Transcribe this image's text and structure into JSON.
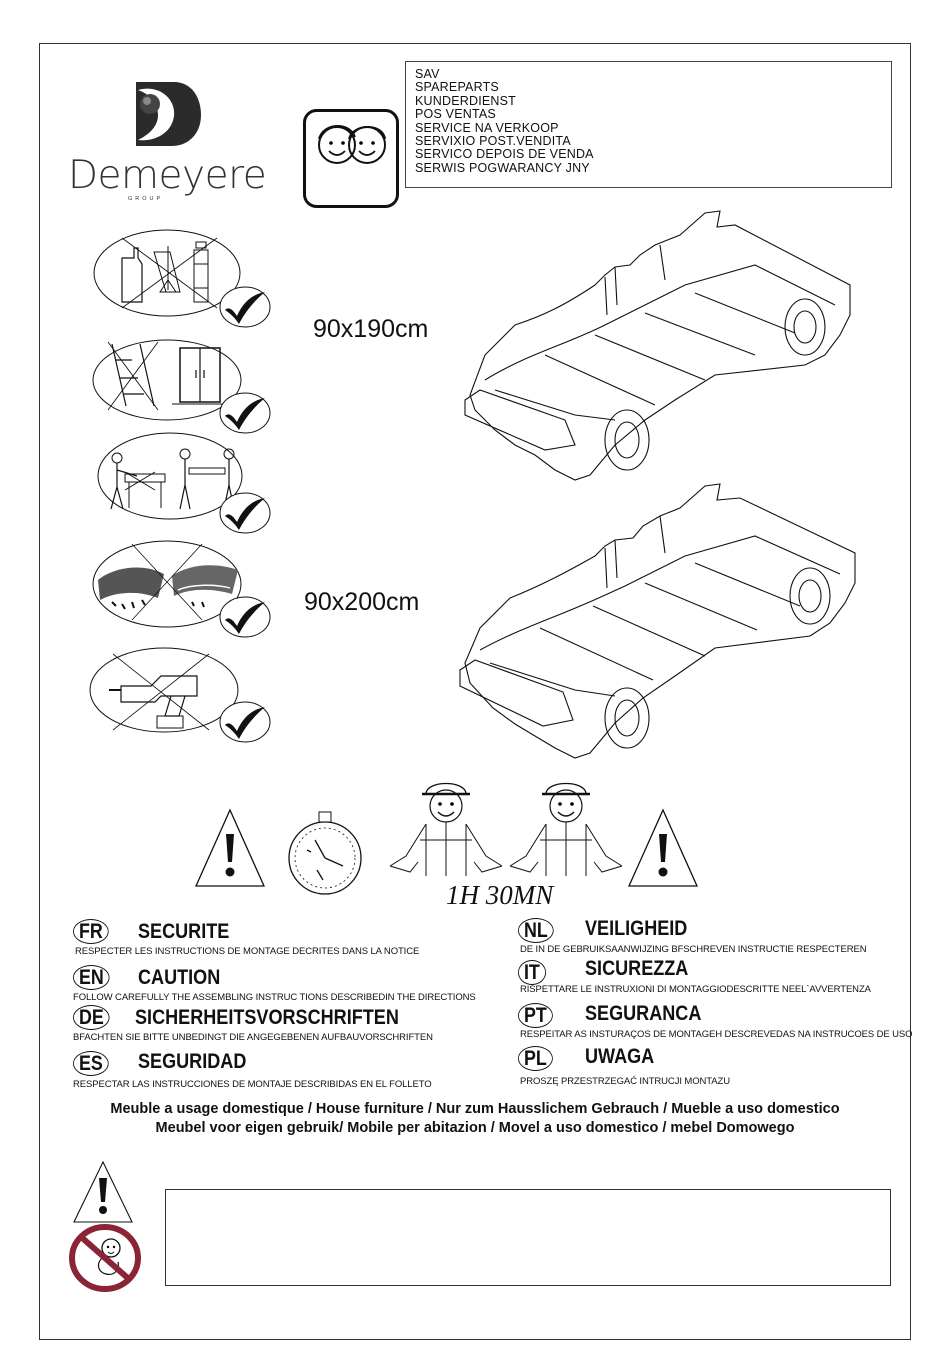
{
  "brand": {
    "name": "Demeyere",
    "sub": "GROUP"
  },
  "service": {
    "lines": [
      "SAV",
      "SPAREPARTS",
      "KUNDERDIENST",
      "POS VENTAS",
      "SERVICE NA VERKOOP",
      "SERVIXIO POST.VENDITA",
      "SERVICO DEPOIS DE VENDA",
      "SERWIS POGWARANCY JNY"
    ]
  },
  "sizes": {
    "size1": "90x190cm",
    "size2": "90x200cm"
  },
  "assembly": {
    "time": "1H 30MN"
  },
  "safety": {
    "left": [
      {
        "code": "FR",
        "title": "SECURITE",
        "desc": "RESPECTER LES INSTRUCTIONS DE MONTAGE DECRITES DANS LA NOTICE"
      },
      {
        "code": "EN",
        "title": "CAUTION",
        "desc": "FOLLOW CAREFULLY THE ASSEMBLING INSTRUC TIONS DESCRIBEDIN THE DIRECTIONS"
      },
      {
        "code": "DE",
        "title": "SICHERHEITSVORSCHRIFTEN",
        "desc": "BFACHTEN SIE BITTE UNBEDINGT DIE ANGEGEBENEN AUFBAUVORSCHRIFTEN"
      },
      {
        "code": "ES",
        "title": "SEGURIDAD",
        "desc": "RESPECTAR LAS INSTRUCCIONES DE MONTAJE DESCRIBIDAS EN EL FOLLETO"
      }
    ],
    "right": [
      {
        "code": "NL",
        "title": "VEILIGHEID",
        "desc": "DE IN DE GEBRUIKSAANWIJZING BFSCHREVEN INSTRUCTIE RESPECTEREN"
      },
      {
        "code": "IT",
        "title": "SICUREZZA",
        "desc": "RISPETTARE LE INSTRUXIONI DI MONTAGGIODESCRITTE NEEL`AVVERTENZA"
      },
      {
        "code": "PT",
        "title": "SEGURANCA",
        "desc": "RESPEITAR AS INSTURAÇOS DE MONTAGEH DESCREVEDAS NA INSTRUCOES DE USO"
      },
      {
        "code": "PL",
        "title": "UWAGA",
        "desc": "PROSZĘ PRZESTRZEGAĆ INTRUCJI MONTAZU"
      }
    ]
  },
  "usage": {
    "line1": "Meuble a  usage domestique /  House furniture  / Nur zum  Hausslichem Gebrauch / Mueble a uso domestico",
    "line2": "Meubel voor  eigen  gebruik/ Mobile per  abitazion /  Movel a uso domestico / mebel Domowego"
  },
  "icons": [
    "demeyere-logo-icon",
    "kids-faces-icon",
    "no-chemicals-icon",
    "no-ladder-icon",
    "two-person-lift-icon",
    "soft-surface-icon",
    "no-drill-icon",
    "checkmark-icon",
    "warning-triangle-icon",
    "stopwatch-icon",
    "worker-icon",
    "no-children-icon",
    "car-bed-illustration"
  ],
  "colors": {
    "prohibition": "#8b2535",
    "ink": "#111111"
  }
}
